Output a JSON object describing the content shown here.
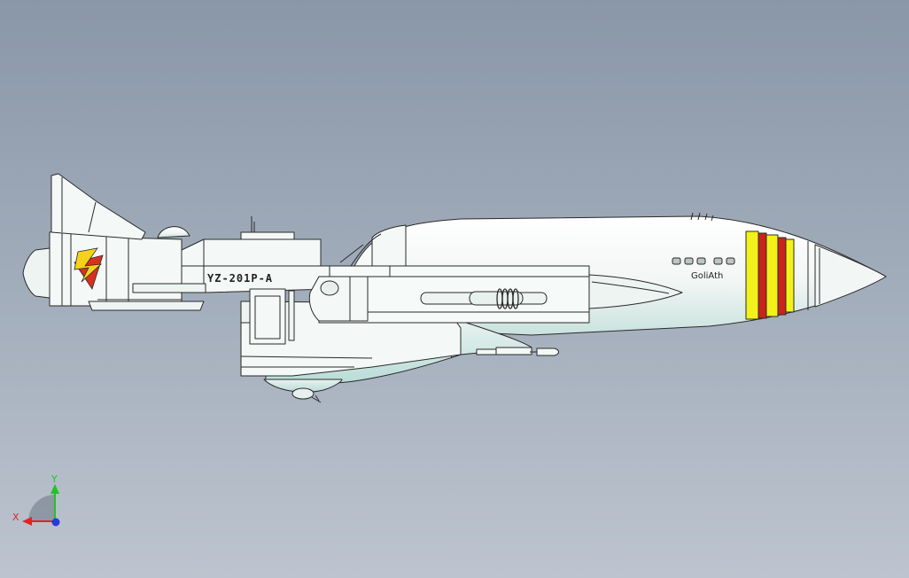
{
  "model": {
    "hull_code": "YZ-201P-A",
    "name_mark": "GoliAth",
    "body_color": "#f2f6f4",
    "edge_color": "#2a2a2a",
    "stripe_yellow": "#f2f21a",
    "stripe_red": "#c8241a",
    "emblem_yellow": "#f4d21c",
    "emblem_red": "#d8301f"
  },
  "triad": {
    "x_label": "X",
    "y_label": "Y",
    "x_color": "#e02424",
    "y_color": "#22c22a",
    "z_color": "#2a3ad8"
  }
}
